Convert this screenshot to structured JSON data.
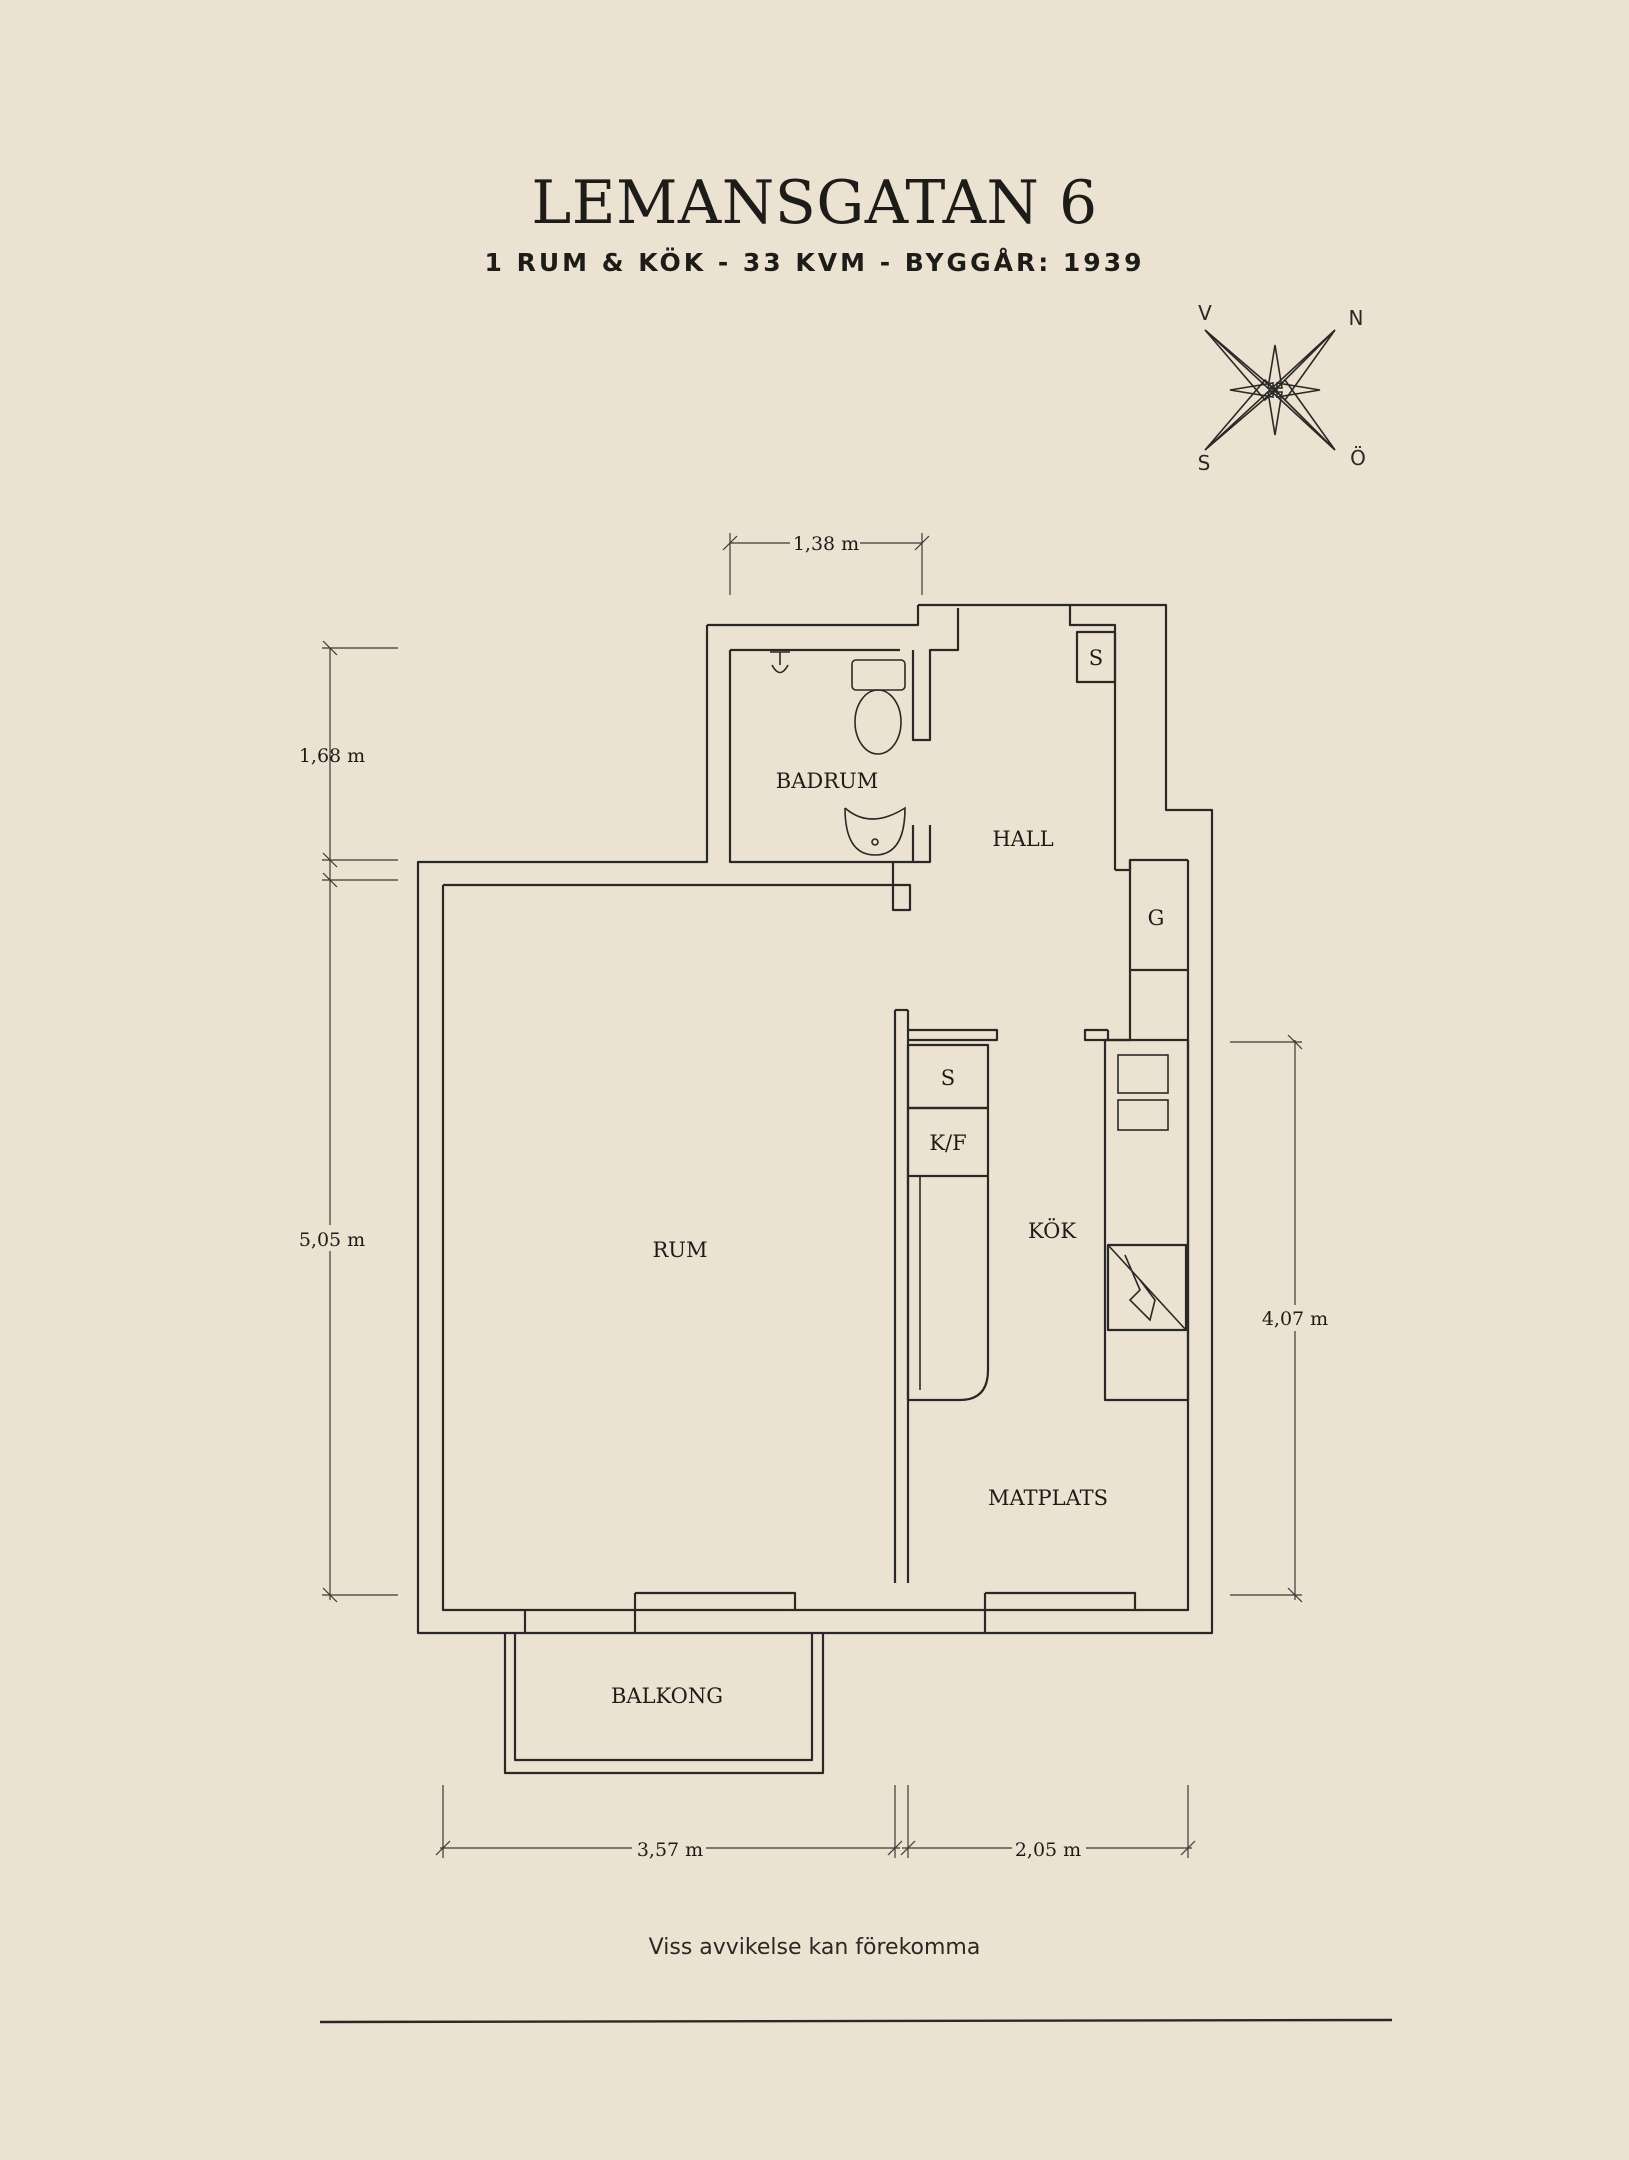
{
  "header": {
    "title": "LEMANSGATAN 6",
    "subtitle": "1 RUM & KÖK  -  33 KVM  -  BYGGÅR: 1939"
  },
  "compass": {
    "nw": "V",
    "ne": "N",
    "sw": "S",
    "se": "Ö"
  },
  "rooms": {
    "badrum": "BADRUM",
    "hall": "HALL",
    "rum": "RUM",
    "kok": "KÖK",
    "matplats": "MATPLATS",
    "balkong": "BALKONG"
  },
  "fixtures": {
    "hall_storage": "S",
    "hall_wardrobe": "G",
    "kitchen_storage": "S",
    "fridge_freezer": "K/F"
  },
  "dimensions": {
    "bath_width": "1,38 m",
    "bath_depth": "1,68 m",
    "room_depth": "5,05 m",
    "kitchen_depth": "4,07 m",
    "room_width": "3,57 m",
    "kitchen_width": "2,05 m"
  },
  "footer": {
    "disclaimer": "Viss avvikelse kan förekomma"
  }
}
